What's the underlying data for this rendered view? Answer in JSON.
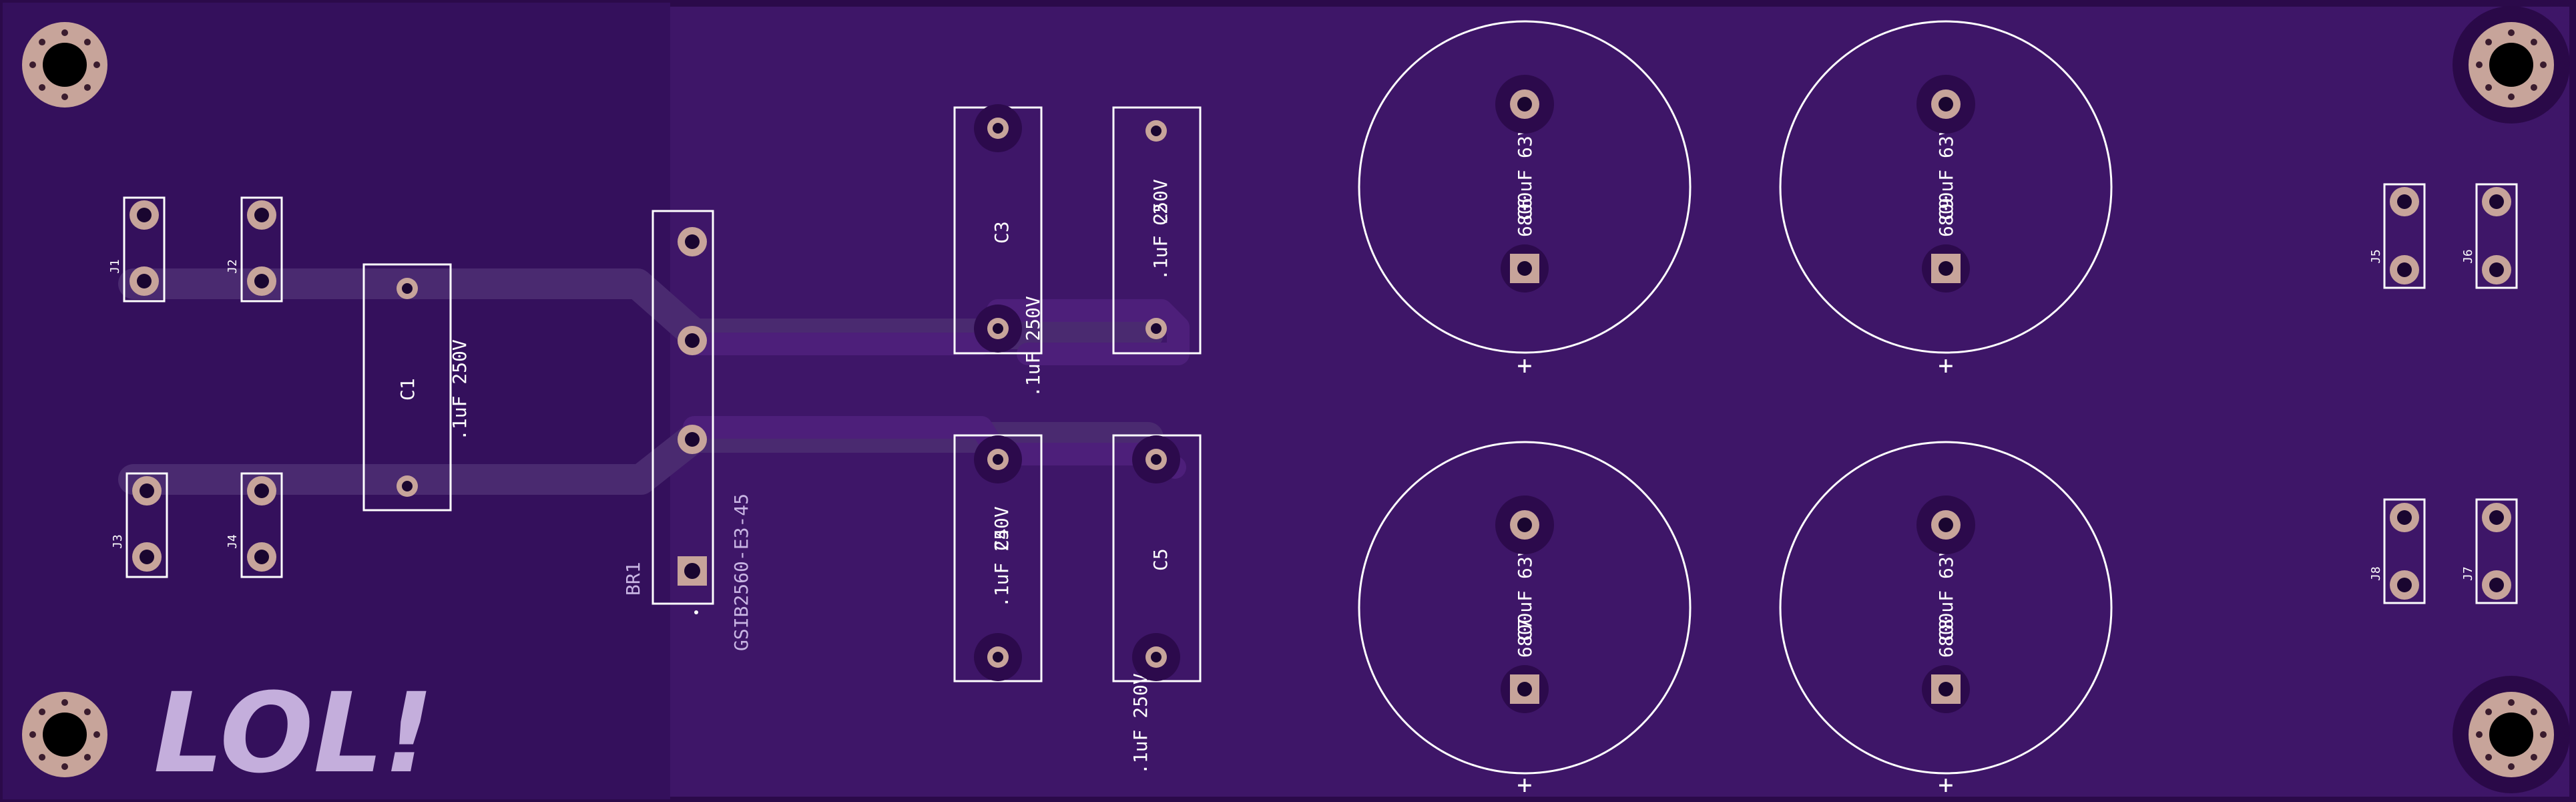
{
  "board": {
    "logo_text": "LOL!",
    "colors": {
      "board_dark": "#2e0a52",
      "board_plane": "#3d1466",
      "trace": "#4d1f7a",
      "silkscreen": "#ffffff",
      "pad_copper": "#c7a49a",
      "drill": "#000000"
    }
  },
  "labels": {
    "j1": "J1",
    "j2": "J2",
    "j3": "J3",
    "j4": "J4",
    "j5": "J5",
    "j6": "J6",
    "j7": "J7",
    "j8": "J8",
    "c1_ref": "C1",
    "c1_val": ".1uF 250V",
    "br1_ref": "BR1",
    "br1_val": "GSIB2560-E3-45",
    "c3_ref": "C3",
    "c3_val": ".1uF 250V",
    "c2_ref": "C2",
    "c2_val": ".1uF 250V",
    "c4_ref": "C4",
    "c4_val": ".1uF 250V",
    "c5_ref": "C5",
    "c5_val": ".1uF 250V",
    "c6_ref": "C6",
    "c6_val": "6800uF 63V",
    "c7_ref": "C7",
    "c7_val": "6800uF 63V",
    "c8_ref": "C8",
    "c8_val": "6800uF 63V",
    "c9_ref": "C9",
    "c9_val": "6800uF 63V",
    "plus": "+"
  }
}
